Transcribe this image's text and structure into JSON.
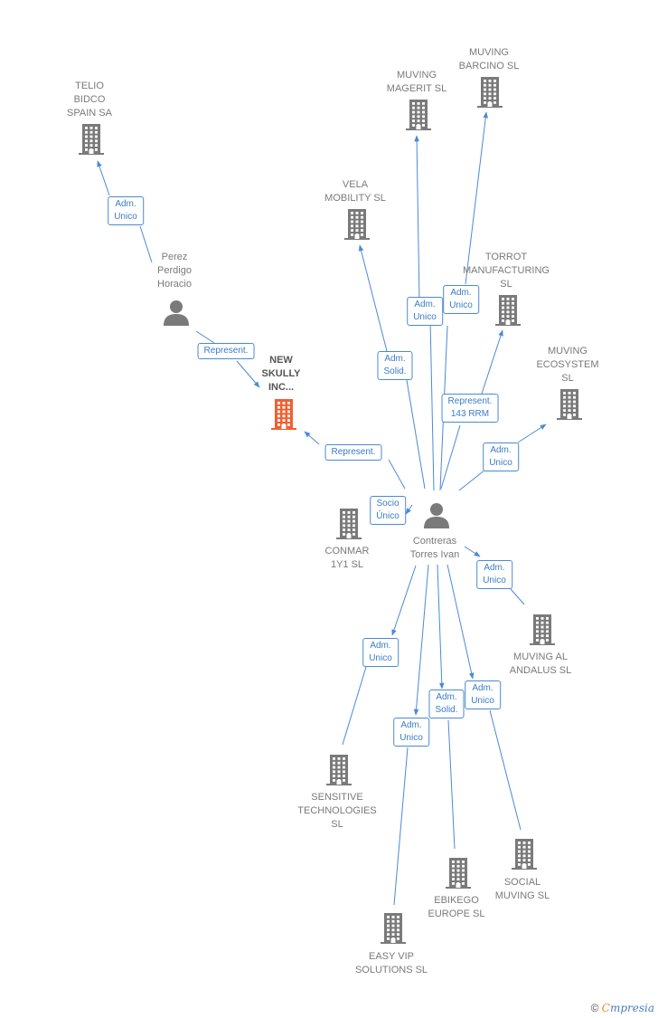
{
  "colors": {
    "edge": "#4a8ad4",
    "company": "#7a7a7a",
    "main_company": "#f06030",
    "person": "#7a7a7a"
  },
  "nodes": [
    {
      "id": "telio",
      "kind": "company",
      "lines": [
        "TELIO",
        "BIDCO",
        "SPAIN SA"
      ]
    },
    {
      "id": "perez",
      "kind": "person",
      "lines": [
        "Perez",
        "Perdigo",
        "Horacio"
      ]
    },
    {
      "id": "newskully",
      "kind": "company-main",
      "lines": [
        "NEW",
        "SKULLY",
        "INC..."
      ]
    },
    {
      "id": "magerit",
      "kind": "company",
      "lines": [
        "MUVING",
        "MAGERIT SL"
      ]
    },
    {
      "id": "barcino",
      "kind": "company",
      "lines": [
        "MUVING",
        "BARCINO SL"
      ]
    },
    {
      "id": "vela",
      "kind": "company",
      "lines": [
        "VELA",
        "MOBILITY SL"
      ]
    },
    {
      "id": "torrot",
      "kind": "company",
      "lines": [
        "TORROT",
        "MANUFACTURING",
        "SL"
      ]
    },
    {
      "id": "ecosystem",
      "kind": "company",
      "lines": [
        "MUVING",
        "ECOSYSTEM",
        "SL"
      ]
    },
    {
      "id": "conmar",
      "kind": "company",
      "lines": [
        "CONMAR",
        "1Y1 SL"
      ]
    },
    {
      "id": "contreras",
      "kind": "person",
      "lines": [
        "Contreras",
        "Torres Ivan"
      ]
    },
    {
      "id": "andalus",
      "kind": "company",
      "lines": [
        "MUVING AL",
        "ANDALUS SL"
      ]
    },
    {
      "id": "sensitive",
      "kind": "company",
      "lines": [
        "SENSITIVE",
        "TECHNOLOGIES",
        "SL"
      ]
    },
    {
      "id": "social",
      "kind": "company",
      "lines": [
        "SOCIAL",
        "MUVING SL"
      ]
    },
    {
      "id": "ebikego",
      "kind": "company",
      "lines": [
        "EBIKEGO",
        "EUROPE SL"
      ]
    },
    {
      "id": "easyvip",
      "kind": "company",
      "lines": [
        "EASY VIP",
        "SOLUTIONS SL"
      ]
    }
  ],
  "relations": [
    {
      "id": "r_telio",
      "lines": [
        "Adm.",
        "Unico"
      ]
    },
    {
      "id": "r_perez",
      "lines": [
        "Represent."
      ]
    },
    {
      "id": "r_newskully",
      "lines": [
        "Represent."
      ]
    },
    {
      "id": "r_magerit",
      "lines": [
        "Adm.",
        "Unico"
      ]
    },
    {
      "id": "r_barcino",
      "lines": [
        "Adm.",
        "Unico"
      ]
    },
    {
      "id": "r_vela",
      "lines": [
        "Adm.",
        "Solid."
      ]
    },
    {
      "id": "r_torrot",
      "lines": [
        "Represent.",
        "143 RRM"
      ]
    },
    {
      "id": "r_ecosystem",
      "lines": [
        "Adm.",
        "Unico"
      ]
    },
    {
      "id": "r_conmar",
      "lines": [
        "Socio",
        "Único"
      ]
    },
    {
      "id": "r_andalus",
      "lines": [
        "Adm.",
        "Unico"
      ]
    },
    {
      "id": "r_sensitive",
      "lines": [
        "Adm.",
        "Unico"
      ]
    },
    {
      "id": "r_social",
      "lines": [
        "Adm.",
        "Unico"
      ]
    },
    {
      "id": "r_ebikego",
      "lines": [
        "Adm.",
        "Solid."
      ]
    },
    {
      "id": "r_easyvip",
      "lines": [
        "Adm.",
        "Unico"
      ]
    }
  ],
  "brand": {
    "copyright": "©",
    "initial": "C",
    "rest": "mpresia"
  }
}
